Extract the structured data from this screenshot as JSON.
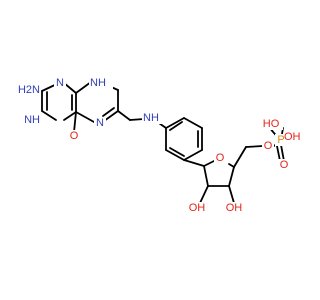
{
  "labels": {
    "amino_nh2": "H2N",
    "n1": "N",
    "n3h": "NH",
    "n5": "N",
    "n8h": "NH",
    "o4": "O",
    "linker_nh": "NH",
    "ring_o": "O",
    "oh_2": "OH",
    "oh_3": "OH",
    "ester_o": "O",
    "p": "P",
    "p_oh_left": "HO",
    "p_oh_right": "OH",
    "p_o_double": "O"
  },
  "colors": {
    "bond": "#000000",
    "nitrogen": "#2F3FBF",
    "oxygen": "#E3251B",
    "phosphorus": "#E08A1E"
  }
}
